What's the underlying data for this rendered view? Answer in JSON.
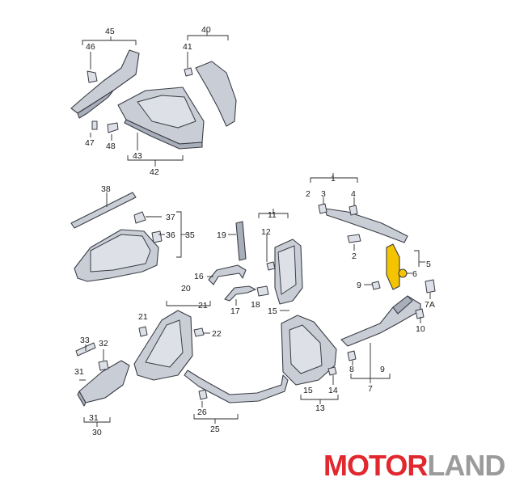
{
  "labels": {
    "l45": "45",
    "l46": "46",
    "l47": "47",
    "l48": "48",
    "l40": "40",
    "l41": "41",
    "l43": "43",
    "l42": "42",
    "l38": "38",
    "l37": "37",
    "l36": "36",
    "l35": "35",
    "l19": "19",
    "l11": "11",
    "l12": "12",
    "l16": "16",
    "l17": "17",
    "l18": "18",
    "l15a": "15",
    "l20": "20",
    "l21a": "21",
    "l21b": "21",
    "l22": "22",
    "l33": "33",
    "l32": "32",
    "l31a": "31",
    "l31b": "31",
    "l30": "30",
    "l26": "26",
    "l25": "25",
    "l15b": "15",
    "l13": "13",
    "l14": "14",
    "l1": "1",
    "l2a": "2",
    "l3": "3",
    "l4": "4",
    "l2b": "2",
    "l5": "5",
    "l6": "6",
    "l9a": "9",
    "l7a": "7A",
    "l10": "10",
    "l8": "8",
    "l9b": "9",
    "l7": "7"
  },
  "watermark": {
    "part1": "MOTOR",
    "part2": "LAND"
  },
  "colors": {
    "highlight": "#f5c400",
    "logo_red": "#e0282e",
    "logo_gray": "#9b9b9b"
  }
}
